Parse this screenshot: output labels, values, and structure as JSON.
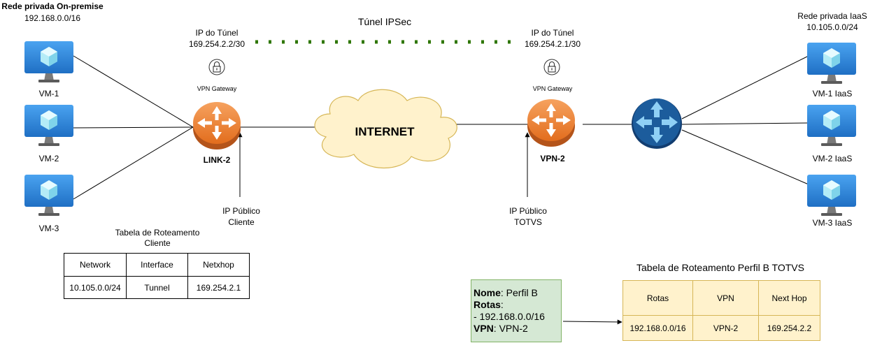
{
  "client": {
    "network_title": "Rede privada On-premise",
    "network_cidr": "192.168.0.0/16",
    "vms": [
      "VM-1",
      "VM-2",
      "VM-3"
    ],
    "gateway_caption": "VPN Gateway",
    "gateway_name": "LINK-2",
    "tunnel_ip_label": "IP do Túnel",
    "tunnel_ip": "169.254.2.2/30",
    "public_ip_label": "IP Público",
    "public_ip_owner": "Cliente",
    "routing_table": {
      "title_line1": "Tabela de Roteamento",
      "title_line2": "Cliente",
      "headers": [
        "Network",
        "Interface",
        "Netxhop"
      ],
      "rows": [
        [
          "10.105.0.0/24",
          "Tunnel",
          "169.254.2.1"
        ]
      ]
    }
  },
  "tunnel": {
    "label": "Túnel IPSec",
    "color": "#2d7600"
  },
  "internet": {
    "label": "INTERNET",
    "fill": "#fff2cc",
    "stroke": "#d6b656"
  },
  "totvs": {
    "network_title": "Rede privada IaaS",
    "network_cidr": "10.105.0.0/24",
    "vms": [
      "VM-1 IaaS",
      "VM-2 IaaS",
      "VM-3 IaaS"
    ],
    "gateway_caption": "VPN Gateway",
    "gateway_name": "VPN-2",
    "tunnel_ip_label": "IP do Túnel",
    "tunnel_ip": "169.254.2.1/30",
    "public_ip_label": "IP Público",
    "public_ip_owner": "TOTVS",
    "profile": {
      "name_key": "Nome",
      "name_value": ": Perfil B",
      "routes_key": "Rotas",
      "routes_suffix": ":",
      "route_item": "- 192.168.0.0/16",
      "vpn_key": "VPN",
      "vpn_value": ": VPN-2"
    },
    "routing_table": {
      "title": "Tabela de Roteamento Perfil B TOTVS",
      "headers": [
        "Rotas",
        "VPN",
        "Next Hop"
      ],
      "rows": [
        [
          "192.168.0.0/16",
          "VPN-2",
          "169.254.2.2"
        ]
      ]
    }
  },
  "colors": {
    "vpn_gateway": "#f08535",
    "router": "#1c5c9c",
    "vm_monitor": "#2f7fd6",
    "vm_stand": "#6b6b6b"
  }
}
